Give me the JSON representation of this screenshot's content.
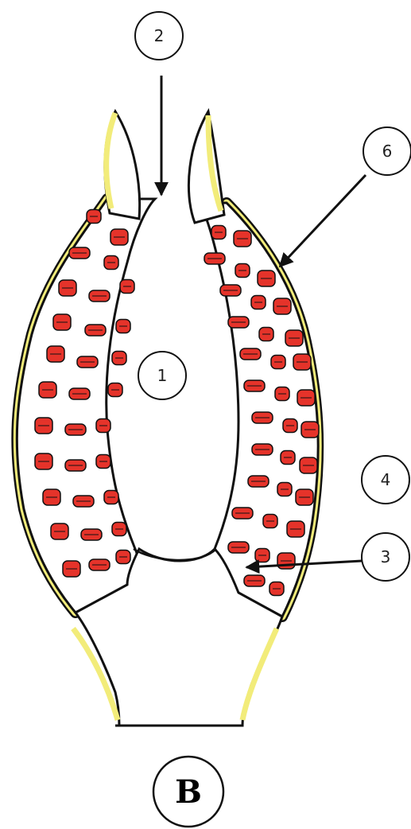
{
  "labels": [
    {
      "id": "1",
      "text": "1"
    },
    {
      "id": "2",
      "text": "2"
    },
    {
      "id": "3",
      "text": "3"
    },
    {
      "id": "4",
      "text": "4"
    },
    {
      "id": "6",
      "text": "6"
    }
  ],
  "figure_letter": "B",
  "colors": {
    "outline": "#111111",
    "cuticle": "#f2ec7a",
    "cell": "#e5332a",
    "background": "#ffffff"
  }
}
